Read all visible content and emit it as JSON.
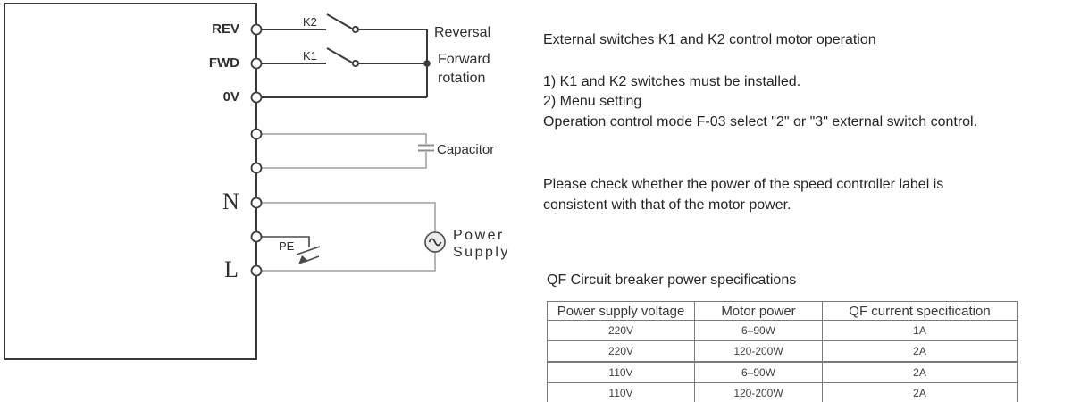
{
  "diagram": {
    "terminals": {
      "rev": "REV",
      "fwd": "FWD",
      "ov": "0V",
      "n": "N",
      "l": "L"
    },
    "switch_k2": "K2",
    "switch_k1": "K1",
    "pe_label": "PE",
    "reversal_label": "Reversal",
    "forward_label": "Forward rotation",
    "capacitor_label": "Capacitor",
    "power_supply_label": "Power Supply"
  },
  "notes": {
    "intro": "External switches K1 and K2 control motor operation",
    "item1": "1) K1 and K2 switches must be installed.",
    "item2": "2) Menu setting",
    "item2_detail": "Operation control mode F-03 select \"2\" or \"3\" external switch control.",
    "power_note": "Please check whether the power of the speed controller label is consistent with that of the motor power."
  },
  "table": {
    "title": "QF Circuit breaker power specifications",
    "headers": [
      "Power supply voltage",
      "Motor power",
      "QF current specification"
    ],
    "rows": [
      [
        "220V",
        "6–90W",
        "1A"
      ],
      [
        "220V",
        "120-200W",
        "2A"
      ],
      [
        "110V",
        "6–90W",
        "2A"
      ],
      [
        "110V",
        "120-200W",
        "2A"
      ]
    ]
  },
  "colors": {
    "line_dark": "#3a3a3a",
    "line_light": "#9e9e9e",
    "table_border": "#7a7a7a"
  }
}
